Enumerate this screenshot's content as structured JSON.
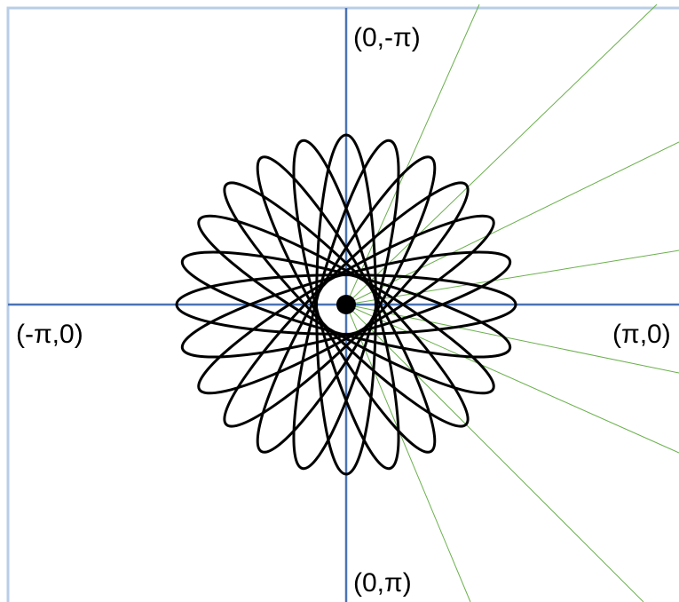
{
  "labels": {
    "top": "(0,-π)",
    "left": "(-π,0)",
    "right": "(π,0)",
    "bottom": "(0,π)"
  },
  "colors": {
    "axis": "#4a73b5",
    "frame": "#b9cde6",
    "rays": "#6ab04c",
    "curve": "#000000",
    "center_dot": "#000000"
  },
  "diagram": {
    "x_range": [
      -3.14159,
      3.14159
    ],
    "y_range": [
      -3.14159,
      3.14159
    ],
    "ellipse_count": 12,
    "ellipse_semi_major": 1.6,
    "ellipse_semi_minor": 0.28,
    "ray_count": 8
  }
}
